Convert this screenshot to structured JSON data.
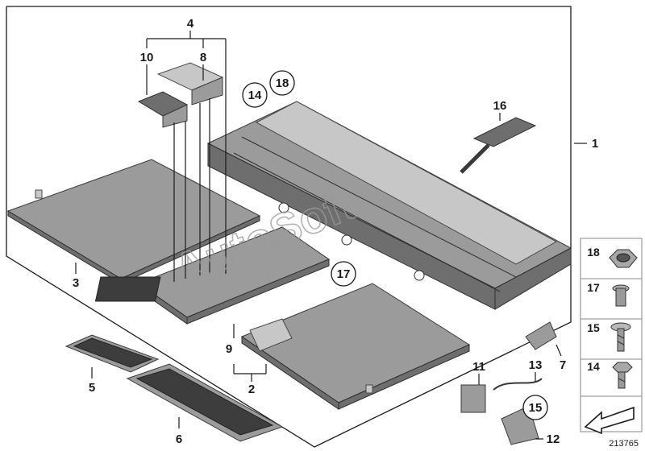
{
  "callouts": {
    "c1": "1",
    "c2": "2",
    "c3": "3",
    "c4": "4",
    "c5": "5",
    "c6": "6",
    "c7": "7",
    "c8": "8",
    "c9": "9",
    "c10": "10",
    "c11": "11",
    "c12": "12",
    "c13": "13",
    "c14": "14",
    "c15": "15",
    "c17": "17",
    "c18": "18",
    "c16": "16"
  },
  "legend": {
    "items": [
      {
        "num": "18",
        "icon": "hex-nut-icon"
      },
      {
        "num": "17",
        "icon": "rivet-nut-icon"
      },
      {
        "num": "15",
        "icon": "washer-screw-icon"
      },
      {
        "num": "14",
        "icon": "flange-screw-icon"
      }
    ],
    "arrow_icon": "direction-arrow-icon"
  },
  "watermark": "AutoSoft",
  "diagram_id": "213765"
}
